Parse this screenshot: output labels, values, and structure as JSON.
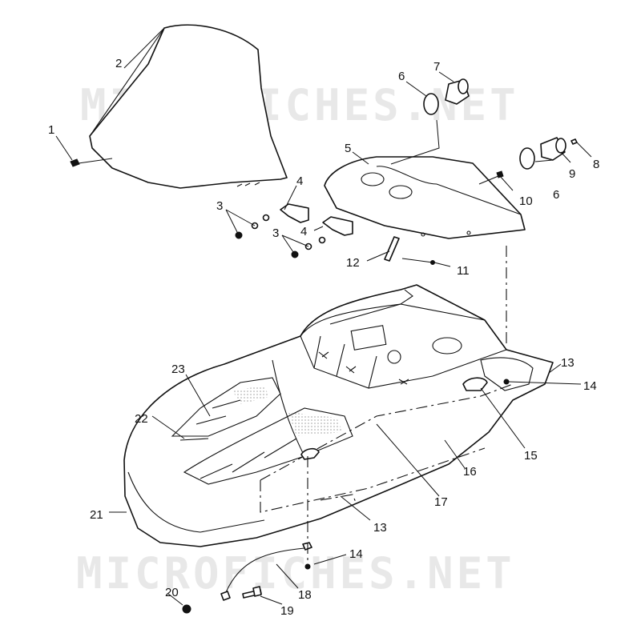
{
  "watermarks": [
    "MICROFICHES.NET",
    "MICROFICHES.NET"
  ],
  "callouts": {
    "c1": "1",
    "c2": "2",
    "c3a": "3",
    "c3b": "3",
    "c4a": "4",
    "c4b": "4",
    "c5": "5",
    "c6a": "6",
    "c6b": "6",
    "c7": "7",
    "c8": "8",
    "c9": "9",
    "c10": "10",
    "c11": "11",
    "c12": "12",
    "c13a": "13",
    "c13b": "13",
    "c14a": "14",
    "c14b": "14",
    "c15": "15",
    "c16": "16",
    "c17": "17",
    "c18": "18",
    "c19": "19",
    "c20": "20",
    "c21": "21",
    "c22": "22",
    "c23": "23"
  }
}
